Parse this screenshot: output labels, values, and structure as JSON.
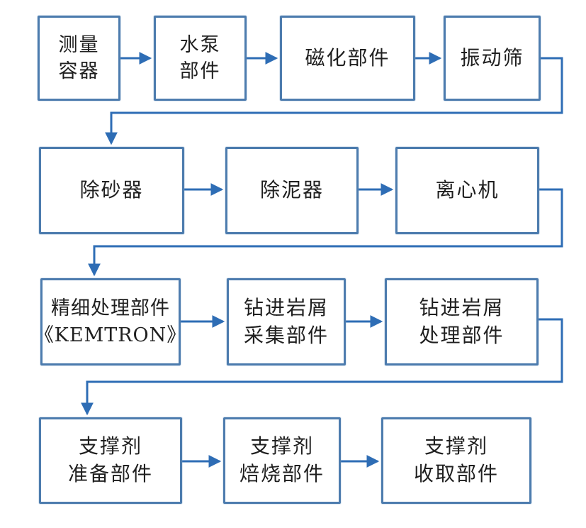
{
  "diagram": {
    "type": "flowchart",
    "language": "zh-CN",
    "nodes": [
      {
        "id": "measuring-container",
        "label": "测量\n容器"
      },
      {
        "id": "water-pump-unit",
        "label": "水泵\n部件"
      },
      {
        "id": "magnetization-unit",
        "label": "磁化部件"
      },
      {
        "id": "vibrating-screen",
        "label": "振动筛"
      },
      {
        "id": "desander",
        "label": "除砂器"
      },
      {
        "id": "desilter",
        "label": "除泥器"
      },
      {
        "id": "centrifuge",
        "label": "离心机"
      },
      {
        "id": "fine-processing-unit",
        "label": "精细处理部件\n《KEMTRON》"
      },
      {
        "id": "cuttings-collection-unit",
        "label": "钻进岩屑\n采集部件"
      },
      {
        "id": "cuttings-processing-unit",
        "label": "钻进岩屑\n处理部件"
      },
      {
        "id": "proppant-preparation-unit",
        "label": "支撑剂\n准备部件"
      },
      {
        "id": "proppant-calcination-unit",
        "label": "支撑剂\n焙烧部件"
      },
      {
        "id": "proppant-collection-unit",
        "label": "支撑剂\n收取部件"
      }
    ],
    "edges": [
      {
        "from": "measuring-container",
        "to": "water-pump-unit"
      },
      {
        "from": "water-pump-unit",
        "to": "magnetization-unit"
      },
      {
        "from": "magnetization-unit",
        "to": "vibrating-screen"
      },
      {
        "from": "vibrating-screen",
        "to": "desander"
      },
      {
        "from": "desander",
        "to": "desilter"
      },
      {
        "from": "desilter",
        "to": "centrifuge"
      },
      {
        "from": "centrifuge",
        "to": "fine-processing-unit"
      },
      {
        "from": "fine-processing-unit",
        "to": "cuttings-collection-unit"
      },
      {
        "from": "cuttings-collection-unit",
        "to": "cuttings-processing-unit"
      },
      {
        "from": "cuttings-processing-unit",
        "to": "proppant-preparation-unit"
      },
      {
        "from": "proppant-preparation-unit",
        "to": "proppant-calcination-unit"
      },
      {
        "from": "proppant-calcination-unit",
        "to": "proppant-collection-unit"
      }
    ],
    "colors": {
      "box_border": "#4d7cae",
      "arrow": "#2e6db5",
      "text": "#1f1f1f",
      "background": "#ffffff"
    }
  }
}
